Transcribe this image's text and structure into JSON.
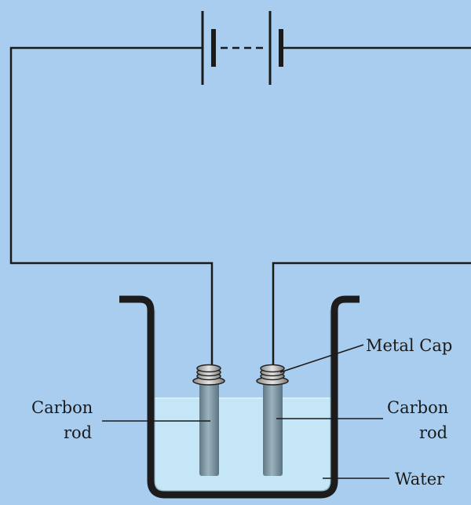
{
  "labels": {
    "metal_cap": "Metal Cap",
    "carbon_rod_left_line1": "Carbon",
    "carbon_rod_left_line2": "rod",
    "carbon_rod_right_line1": "Carbon",
    "carbon_rod_right_line2": "rod",
    "water": "Water"
  },
  "colors": {
    "background": "#a9cdee",
    "wire": "#1a1a1a",
    "water": "#c4e6f7",
    "rod": "#7f9aa6",
    "beaker": "#1c1c1c"
  }
}
